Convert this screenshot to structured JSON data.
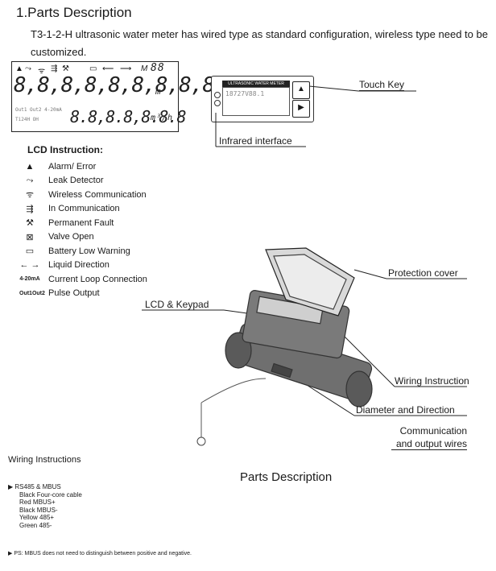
{
  "heading": "1.Parts Description",
  "intro": "T3-1-2-H ultrasonic water meter has wired type as standard configuration, wireless type need to be customized.",
  "lcd_display": {
    "unit_top": "M",
    "digits_top": "88",
    "main_digits": "8,8,8,8,8,8,8,8,8",
    "main_unit": "m",
    "lower_digits": "8.8,8.8,8.8.8",
    "lower_unit": "m³/h",
    "left_text_1": "Out1 Out2 4-20mA",
    "left_text_2": "Ti24H OH"
  },
  "lcd_instruction": {
    "title": "LCD Instruction:",
    "items": [
      {
        "icon": "alarm-icon",
        "symbol": "▲",
        "label": "Alarm/ Error"
      },
      {
        "icon": "leak-detector-icon",
        "symbol": "⤳",
        "label": "Leak Detector"
      },
      {
        "icon": "wireless-icon",
        "symbol": "ᯤ",
        "label": "Wireless Communication"
      },
      {
        "icon": "communication-icon",
        "symbol": "⇶",
        "label": "In Communication"
      },
      {
        "icon": "wrench-icon",
        "symbol": "🔧",
        "label": "Permanent Fault"
      },
      {
        "icon": "valve-icon",
        "symbol": "⊠",
        "label": "Valve Open"
      },
      {
        "icon": "battery-icon",
        "symbol": "▭",
        "label": "Battery Low Warning"
      },
      {
        "icon": "direction-arrows-icon",
        "symbol": "← →",
        "label": "Liquid Direction"
      },
      {
        "icon": "current-loop-icon",
        "symbol": "4-20mA",
        "label": "Current Loop Connection"
      },
      {
        "icon": "pulse-output-icon",
        "symbol": "Out1Out2",
        "label": "Pulse Output"
      }
    ]
  },
  "meter_face": {
    "header": "ULTRASONIC WATER METER",
    "screen_text": "18727V88.1"
  },
  "callouts": {
    "touch_key": "Touch Key",
    "infrared": "Infrared interface",
    "protection_cover": "Protection cover",
    "lcd_keypad": "LCD & Keypad",
    "wiring_instruction": "Wiring Instruction",
    "diameter_direction": "Diameter and Direction",
    "comm_output_1": "Communication",
    "comm_output_2": "and output wires"
  },
  "parts_title": "Parts Description",
  "wiring": {
    "title": "Wiring Instructions",
    "heading": "RS485 & MBUS",
    "lines": [
      "Black Four-core cable",
      "Red    MBUS+",
      "Black   MBUS-",
      "Yellow  485+",
      "Green  485-"
    ],
    "ps": "PS: MBUS does not need to distinguish between positive and negative."
  }
}
